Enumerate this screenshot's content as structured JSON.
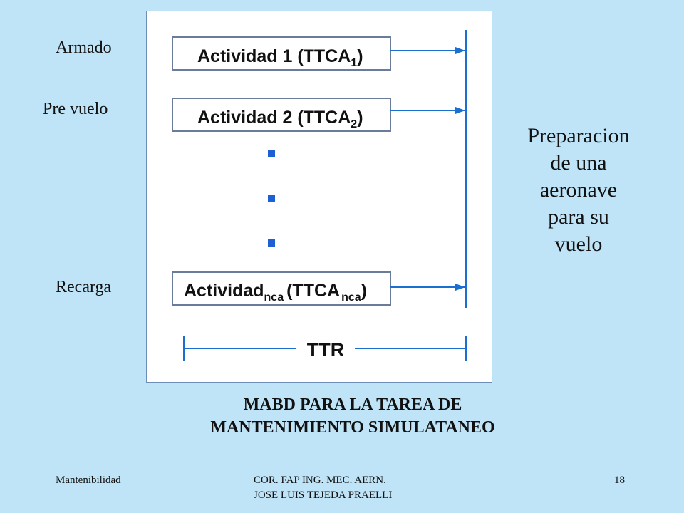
{
  "side_labels": {
    "armado": "Armado",
    "pre_vuelo": "Pre vuelo",
    "recarga": "Recarga"
  },
  "activities": [
    {
      "main": "Actividad 1 (TTCA",
      "sub": "1",
      "close": ")"
    },
    {
      "main": "Actividad 2 (TTCA",
      "sub": "2",
      "close": ")"
    },
    {
      "main": "Actividad",
      "sub": "nca",
      "mid": "(TTCA",
      "sub2": "nca",
      "close": ")"
    }
  ],
  "ttr_label": "TTR",
  "right_description": [
    "Preparacion",
    "de una",
    "aeronave",
    "para su",
    "vuelo"
  ],
  "caption": [
    "MABD PARA LA TAREA DE",
    "MANTENIMIENTO SIMULATANEO"
  ],
  "footer": {
    "left": "Mantenibilidad",
    "center_line1": "COR. FAP ING. MEC. AERN.",
    "center_line2": "JOSE LUIS TEJEDA PRAELLI",
    "page_number": "18"
  },
  "colors": {
    "background": "#bfe4f7",
    "line_blue": "#1a6fd0",
    "bullet_blue": "#1f5fd6",
    "box_border": "#6b7c9a"
  }
}
